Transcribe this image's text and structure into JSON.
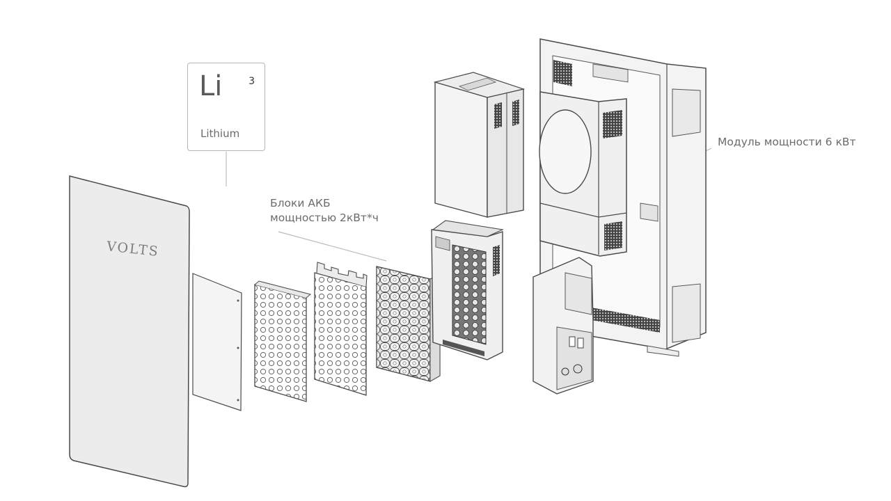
{
  "labels": {
    "power_module": "Модуль мощности 6 кВт",
    "battery_blocks_line1": "Блоки АКБ",
    "battery_blocks_line2": "мощностью 2кВт*ч"
  },
  "element_tile": {
    "symbol": "Li",
    "atomic_number": "3",
    "name": "Lithium"
  },
  "brand_logo": "VOLTS",
  "colors": {
    "line": "#4a4a4a",
    "panel_fill": "#ececec",
    "callout_text": "#6b6b6b",
    "leader_line": "#bdbdbd"
  }
}
